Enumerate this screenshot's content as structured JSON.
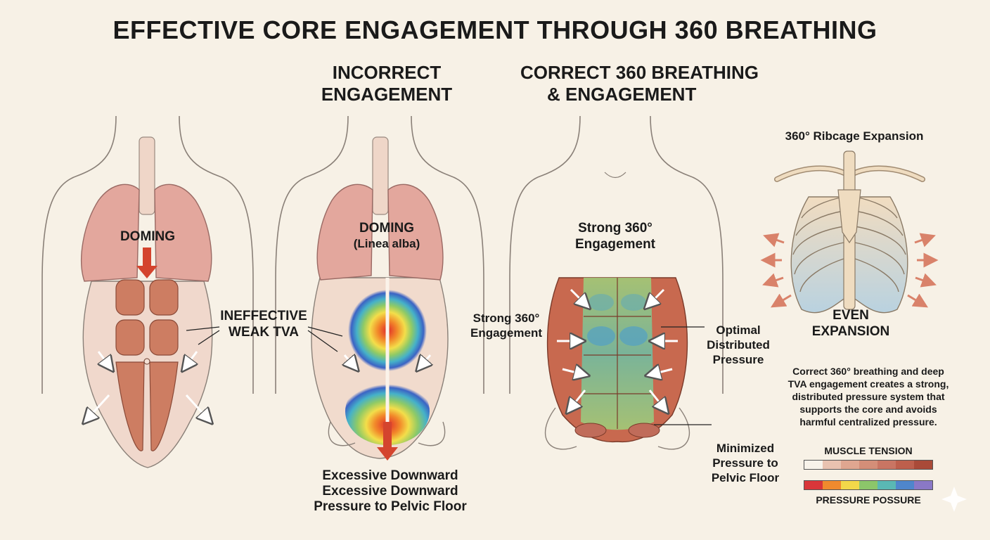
{
  "title": "EFFECTIVE CORE ENGAGEMENT THROUGH 360 BREATHING",
  "headings": {
    "incorrect": [
      "INCORRECT",
      "ENGAGEMENT"
    ],
    "correct": [
      "CORRECT 360 BREATHING",
      "& ENGAGEMENT"
    ]
  },
  "panel1": {
    "doming": "DOMING",
    "ineffective": [
      "INEFFECTIVE",
      "WEAK TVA"
    ]
  },
  "panel2": {
    "doming": "DOMING",
    "linea": "(Linea alba)",
    "bottom": [
      "Excessive Downward",
      "Excessive Downward",
      "Pressure to Pelvic Floor"
    ]
  },
  "panel3": {
    "strong_top": [
      "Strong 360°",
      "Engagement"
    ],
    "strong_left": [
      "Strong 360°",
      "Engagement"
    ],
    "optimal": [
      "Optimal",
      "Distributed",
      "Pressure"
    ],
    "minimized": [
      "Minimized",
      "Pressure to",
      "Pelvic Floor"
    ]
  },
  "ribcage": {
    "title": "360° Ribcage Expansion",
    "even": [
      "EVEN",
      "EXPANSION"
    ]
  },
  "description": [
    "Correct 360° breathing and deep",
    "TVA engagement creates a strong,",
    "distributed pressure system that",
    "supports the core and avoids",
    "harmful centralized pressure."
  ],
  "legend": {
    "muscle_title": "MUSCLE TENSION",
    "muscle_colors": [
      "#f8f3ea",
      "#e9c2b0",
      "#dfa690",
      "#d48e78",
      "#c97563",
      "#bd5f4c",
      "#a94a38"
    ],
    "pressure_title": "PRESSURE POSSURE",
    "pressure_colors": [
      "#d9363a",
      "#f08a2e",
      "#f2d84a",
      "#8cc66a",
      "#5ab8b4",
      "#4f86cc",
      "#8a78c6"
    ]
  },
  "colors": {
    "background": "#f7f1e6",
    "muscle": "#c8694f",
    "lung": "#e0a49a",
    "arrow": "#d4442e"
  }
}
